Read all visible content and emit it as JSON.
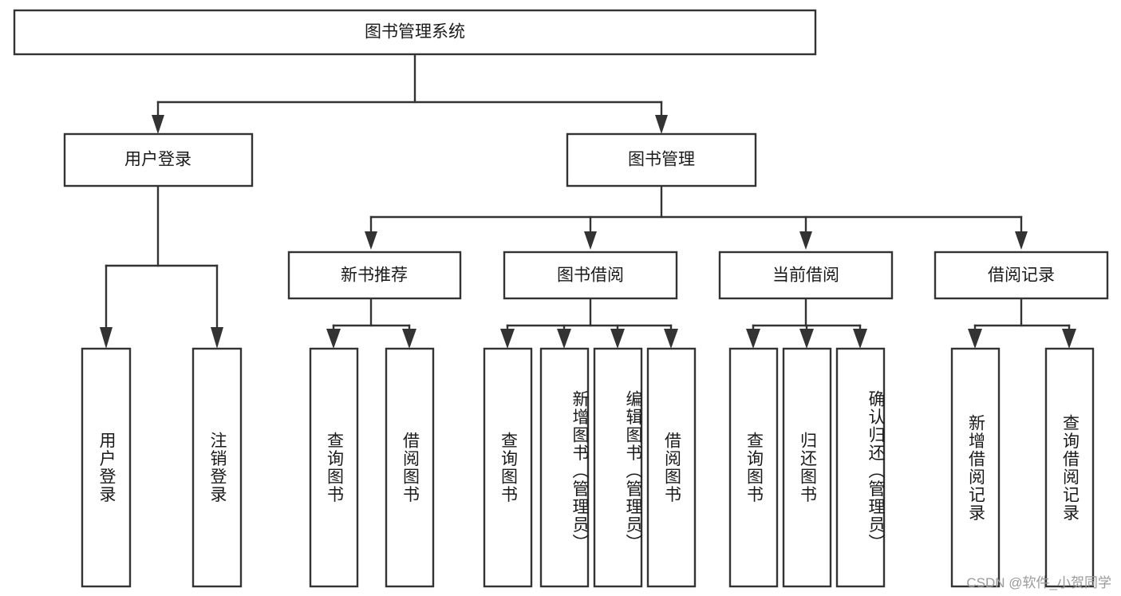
{
  "diagram": {
    "type": "tree-hierarchy-chart",
    "title_node": "图书管理系统",
    "level2": {
      "user_login": "用户登录",
      "book_manage": "图书管理"
    },
    "level3": {
      "new_book_recommend": "新书推荐",
      "book_borrow": "图书借阅",
      "current_borrow": "当前借阅",
      "borrow_record": "借阅记录"
    },
    "leaves": {
      "user_login_1": "用户登录",
      "user_login_2": "注销登录",
      "recommend_1": "查询图书",
      "recommend_2": "借阅图书",
      "borrow_1": "查询图书",
      "borrow_2": "新增图书（管理员）",
      "borrow_3": "编辑图书（管理员）",
      "borrow_4": "借阅图书",
      "current_1": "查询图书",
      "current_2": "归还图书",
      "current_3": "确认归还（管理员）",
      "record_1": "新增借阅记录",
      "record_2": "查询借阅记录"
    },
    "colors": {
      "stroke": "#333333",
      "fill": "#ffffff",
      "text": "#1a1a1a",
      "watermark": "#9a9a9a"
    }
  },
  "watermark": {
    "text": "CSDN @软件_小贺同学"
  }
}
